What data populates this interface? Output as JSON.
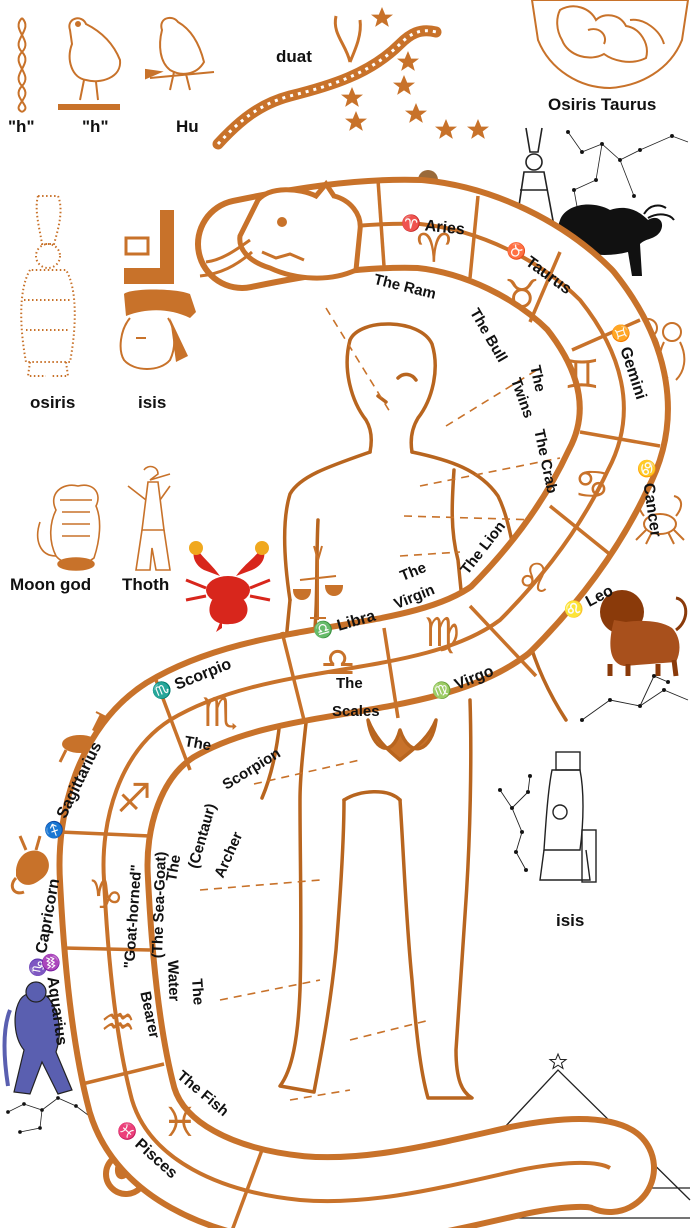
{
  "top_glyphs": {
    "h1": "\"h\"",
    "h2": "\"h\"",
    "hu": "Hu",
    "duat": "duat",
    "osiris_taurus": "Osiris  Taurus"
  },
  "gods": {
    "osiris": "osiris",
    "isis_top": "isis",
    "moon_god": "Moon god",
    "thoth": "Thoth",
    "isis_bottom": "isis"
  },
  "zodiac_outer": {
    "aries": "♈ Aries",
    "taurus": "♉ Taurus",
    "gemini": "♊ Gemini",
    "cancer": "♋ Cancer",
    "leo": "♌ Leo",
    "virgo": "♍ Virgo",
    "libra": "♎ Libra",
    "scorpio": "♏ Scorpio",
    "sagittarius": "♐ Sagittarius",
    "capricorn": "♑ Capricorn",
    "aquarius": "♒ Aquarius",
    "pisces": "♓ Pisces"
  },
  "zodiac_inner": {
    "ram": "The  Ram",
    "bull": "The Bull",
    "twins_1": "The",
    "twins_2": "Twins",
    "crab": "The Crab",
    "lion": "The Lion",
    "virgin_1": "The",
    "virgin_2": "Virgin",
    "scales_1": "The",
    "scales_2": "Scales",
    "scorpion_1": "The",
    "scorpion_2": "Scorpion",
    "archer_1": "The",
    "archer_2": "(Centaur)",
    "archer_3": "Archer",
    "seagoat_1": "(The Sea-Goat)",
    "seagoat_2": "\"Goat-horned\"",
    "water_1": "The",
    "water_2": "Water",
    "water_3": "Bearer",
    "fish": "The Fish"
  },
  "band_symbols": [
    "♈",
    "♉",
    "♊",
    "♋",
    "♌",
    "♍",
    "♎",
    "♏",
    "♐",
    "♑",
    "♒",
    "♓"
  ],
  "colors": {
    "serpent": "#c8722a",
    "serpent_dark": "#a85a1c",
    "figure_line": "#b8651f",
    "text": "#111111",
    "scorpion_red": "#d8261c",
    "aquarius_blue": "#5a5fb0",
    "bull_black": "#111111",
    "star": "#c8722a"
  }
}
